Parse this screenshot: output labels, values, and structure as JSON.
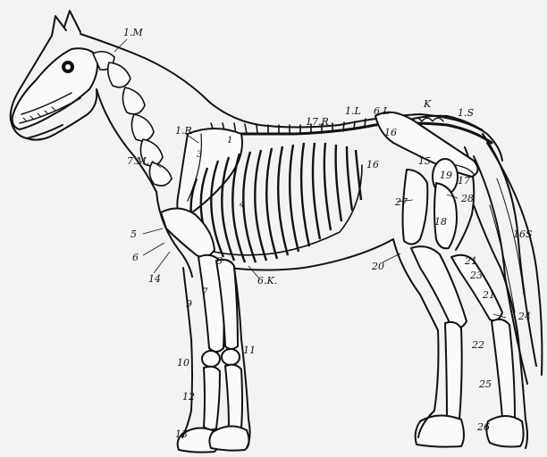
{
  "labels": {
    "1M": "1.M",
    "1R": "1.R",
    "7M": "7.M.",
    "17R": "17.R",
    "1L": "1.L",
    "6L": "6.L",
    "K": "K",
    "1S": "1.S",
    "16": "16",
    "16b": "16",
    "15": "15",
    "19": "19",
    "17": "17",
    "27": "27",
    "28": "28",
    "18": "18",
    "16S": "16S",
    "5": "5",
    "6": "6",
    "14": "14",
    "8": "8",
    "6K": "6.K.",
    "9": "9",
    "10": "10",
    "11": "11",
    "12": "12",
    "13": "13",
    "20": "20",
    "21": "21",
    "23": "23",
    "21b": "21",
    "24": "24",
    "22": "22",
    "25": "25",
    "26": "26",
    "7": "7",
    "4": "4",
    "3": "3",
    "1": "1"
  }
}
